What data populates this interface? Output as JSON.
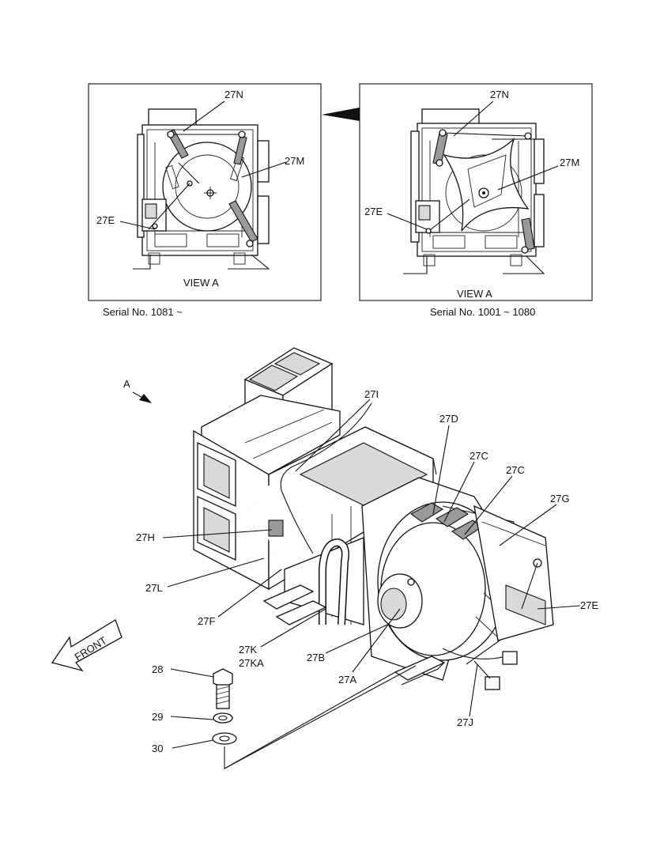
{
  "views": [
    {
      "caption": "VIEW  A",
      "serial": "Serial No. 1081 ~",
      "labels": [
        "27N",
        "27M",
        "27E"
      ]
    },
    {
      "caption": "VIEW  A",
      "serial": "Serial No. 1001 ~ 1080",
      "labels": [
        "27N",
        "27M",
        "27E"
      ]
    }
  ],
  "main": {
    "view_arrow_label": "A",
    "front_label": "FRONT",
    "labels": {
      "l27I": "27I",
      "l27D": "27D",
      "l27C1": "27C",
      "l27C2": "27C",
      "l27G": "27G",
      "l27H": "27H",
      "l27L": "27L",
      "l27F": "27F",
      "l27E": "27E",
      "l27K": "27K",
      "l27KA": "27KA",
      "l27B": "27B",
      "l27A": "27A",
      "l27J": "27J",
      "l28": "28",
      "l29": "29",
      "l30": "30"
    }
  }
}
